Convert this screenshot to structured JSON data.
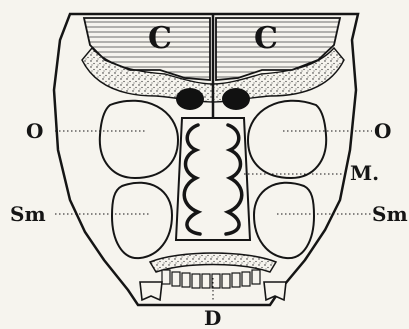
{
  "labels": {
    "cerebrum_left": "C",
    "cerebrum_right": "C",
    "orbit_left": "O",
    "orbit_right": "O",
    "meatus": "M.",
    "sinus_left": "Sm",
    "sinus_right": "Sm",
    "dentition": "D"
  },
  "colors": {
    "ink": "#151515",
    "paper": "#f6f4ee"
  }
}
